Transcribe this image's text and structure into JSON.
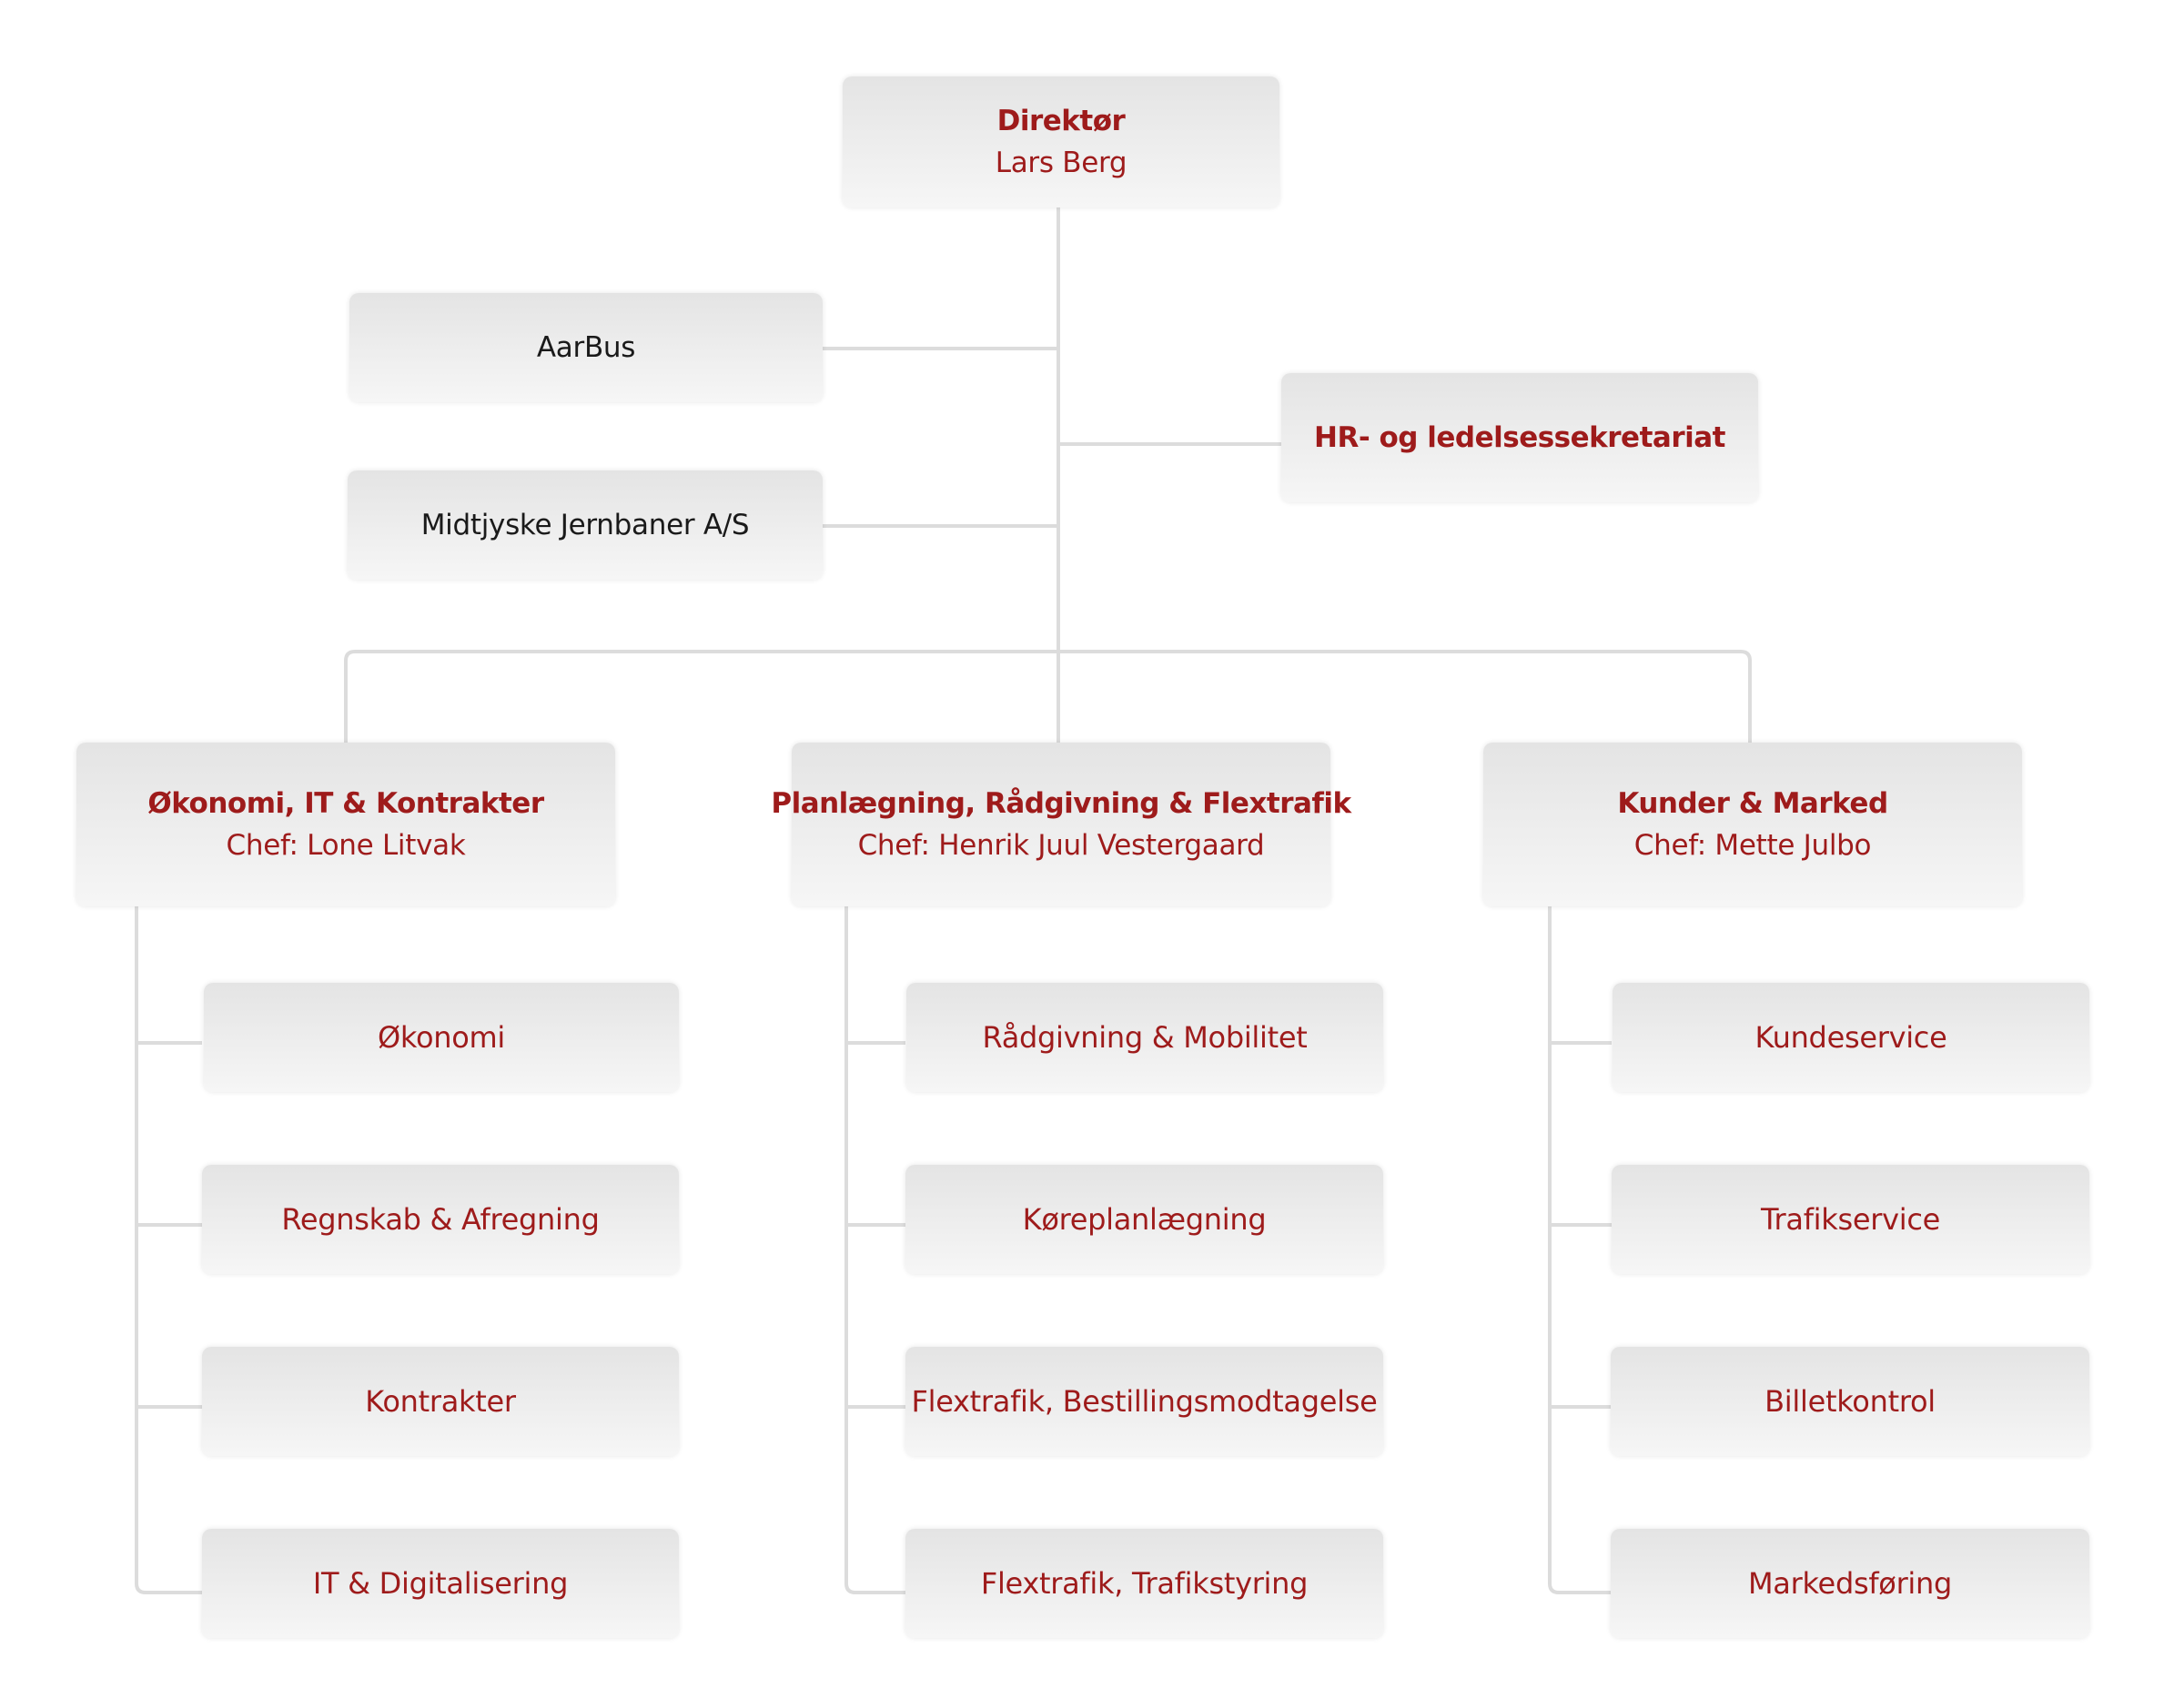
{
  "director": {
    "title": "Direktør",
    "name": "Lars Berg"
  },
  "companies": [
    {
      "label": "AarBus"
    },
    {
      "label": "Midtjyske Jernbaner A/S"
    }
  ],
  "staff": {
    "label": "HR- og ledelsessekretariat"
  },
  "colors": {
    "text": "#9e1b1b",
    "company_text": "#1a1a1a",
    "line": "#dcdcdc",
    "box_top": "#e4e4e4",
    "box_bottom": "#f6f6f6"
  },
  "departments": [
    {
      "title": "Økonomi, IT & Kontrakter",
      "chief": "Chef: Lone Litvak",
      "units": [
        "Økonomi",
        "Regnskab & Afregning",
        "Kontrakter",
        "IT & Digitalisering"
      ]
    },
    {
      "title": "Planlægning, Rådgivning & Flextrafik",
      "chief": "Chef: Henrik Juul Vestergaard",
      "units": [
        "Rådgivning & Mobilitet",
        "Køreplanlægning",
        "Flextrafik, Bestillingsmodtagelse",
        "Flextrafik, Trafikstyring"
      ]
    },
    {
      "title": "Kunder & Marked",
      "chief": "Chef: Mette Julbo",
      "units": [
        "Kundeservice",
        "Trafikservice",
        "Billetkontrol",
        "Markedsføring"
      ]
    }
  ]
}
